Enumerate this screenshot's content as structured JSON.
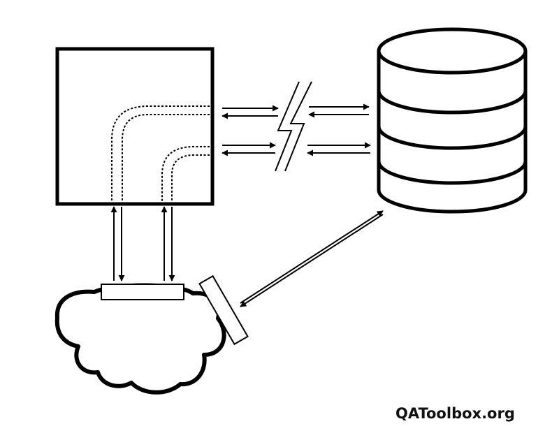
{
  "diagram": {
    "elements": [
      {
        "id": "system-box",
        "shape": "square"
      },
      {
        "id": "database",
        "shape": "cylinder-stack",
        "layers": 4
      },
      {
        "id": "interrupted-link",
        "shape": "lightning-break"
      },
      {
        "id": "cloud",
        "shape": "cloud"
      },
      {
        "id": "cloud-port-top",
        "shape": "bar"
      },
      {
        "id": "cloud-port-side",
        "shape": "bar"
      }
    ],
    "connections": [
      {
        "from": "system-box",
        "to": "database",
        "style": "bidirectional",
        "via": "interrupted-link",
        "count": 2
      },
      {
        "from": "system-box",
        "to": "cloud-port-top",
        "style": "bidirectional",
        "count": 2
      },
      {
        "from": "cloud-port-side",
        "to": "database",
        "style": "bidirectional",
        "count": 1
      }
    ],
    "stroke_color": "#000000",
    "background": "#ffffff"
  },
  "watermark": {
    "text": "QAToolbox.org",
    "color": "#111111"
  }
}
